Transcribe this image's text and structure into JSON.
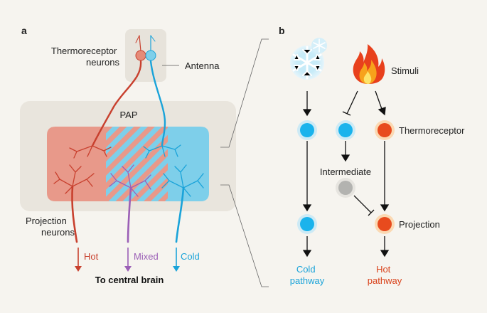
{
  "panel_a": {
    "letter": "a",
    "labels": {
      "thermoreceptor_neurons": [
        "Thermoreceptor",
        "neurons"
      ],
      "antenna": "Antenna",
      "pap": "PAP",
      "projection_neurons": [
        "Projection",
        "neurons"
      ],
      "hot": "Hot",
      "mixed": "Mixed",
      "cold": "Cold",
      "to_central_brain": "To central brain"
    }
  },
  "panel_b": {
    "letter": "b",
    "labels": {
      "stimuli": "Stimuli",
      "thermoreceptor": "Thermoreceptor",
      "intermediate": "Intermediate",
      "projection": "Projection",
      "cold_pathway": [
        "Cold",
        "pathway"
      ],
      "hot_pathway": [
        "Hot",
        "pathway"
      ]
    }
  },
  "colors": {
    "hot": "#c8402e",
    "hot_node": "#e84b1e",
    "cold": "#1aa3d9",
    "cold_node": "#1ab3ec",
    "mixed": "#9b5fb6",
    "intermediate": "#b3b3b0",
    "background": "#f6f4ef",
    "panel_box": "#ebe7df"
  },
  "icons": {
    "cold_stimulus": "snowflake-icon",
    "hot_stimulus": "flame-icon"
  }
}
